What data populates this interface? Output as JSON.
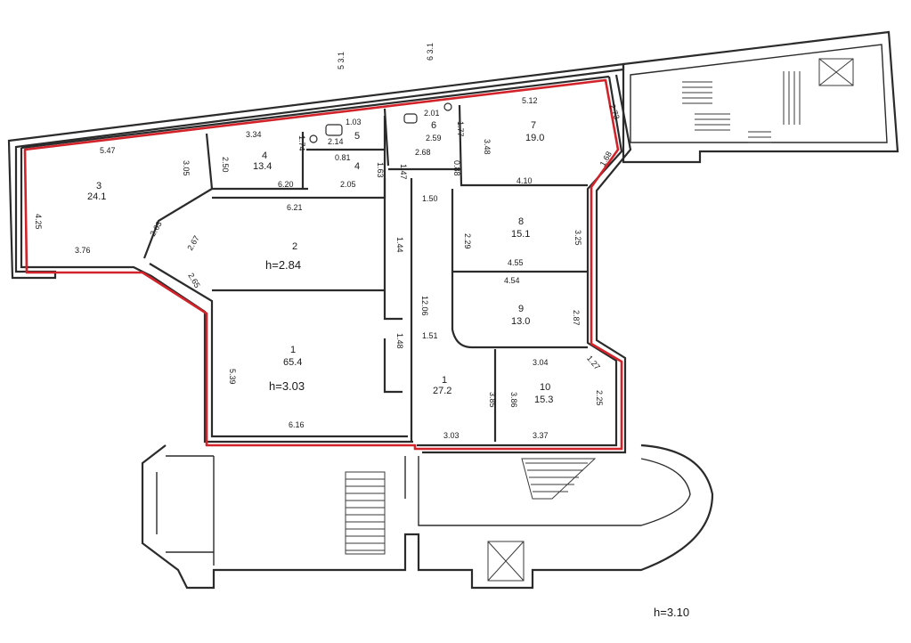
{
  "labels": {
    "top_mark_1": "5\n3.1",
    "top_mark_2": "6\n3.1",
    "building_height": "h=3.10"
  },
  "rooms": [
    {
      "id": "r3",
      "number": "3",
      "area": "24.1"
    },
    {
      "id": "r4a",
      "number": "4",
      "area": "13.4"
    },
    {
      "id": "r4b",
      "number": "4"
    },
    {
      "id": "r5",
      "number": "5"
    },
    {
      "id": "r6",
      "number": "6"
    },
    {
      "id": "r2",
      "number": "2",
      "height": "h=2.84"
    },
    {
      "id": "r1",
      "number": "1",
      "area": "65.4",
      "height": "h=3.03"
    },
    {
      "id": "r7",
      "number": "7",
      "area": "19.0"
    },
    {
      "id": "r8",
      "number": "8",
      "area": "15.1"
    },
    {
      "id": "r9",
      "number": "9",
      "area": "13.0"
    },
    {
      "id": "r10",
      "number": "10",
      "area": "15.3"
    },
    {
      "id": "r1b",
      "number": "1",
      "area": "27.2"
    }
  ],
  "dimensions": [
    "5.47",
    "4.25",
    "3.05",
    "3.76",
    "2.63",
    "2.67",
    "2.65",
    "2.50",
    "3.34",
    "1.74",
    "6.20",
    "1.03",
    "2.14",
    "2.01",
    "1.77",
    "2.59",
    "2.68",
    "1.63",
    "2.05",
    "1.47",
    "0.88",
    "3.48",
    "5.12",
    "2.73",
    "4.10",
    "1.68",
    "6.21",
    "1.50",
    "1.44",
    "12.06",
    "2.29",
    "4.55",
    "3.25",
    "4.54",
    "2.87",
    "1.48",
    "5.39",
    "6.16",
    "1.51",
    "3.04",
    "1.27",
    "3.85",
    "3.86",
    "2.25",
    "3.03",
    "3.37",
    "0.81"
  ]
}
